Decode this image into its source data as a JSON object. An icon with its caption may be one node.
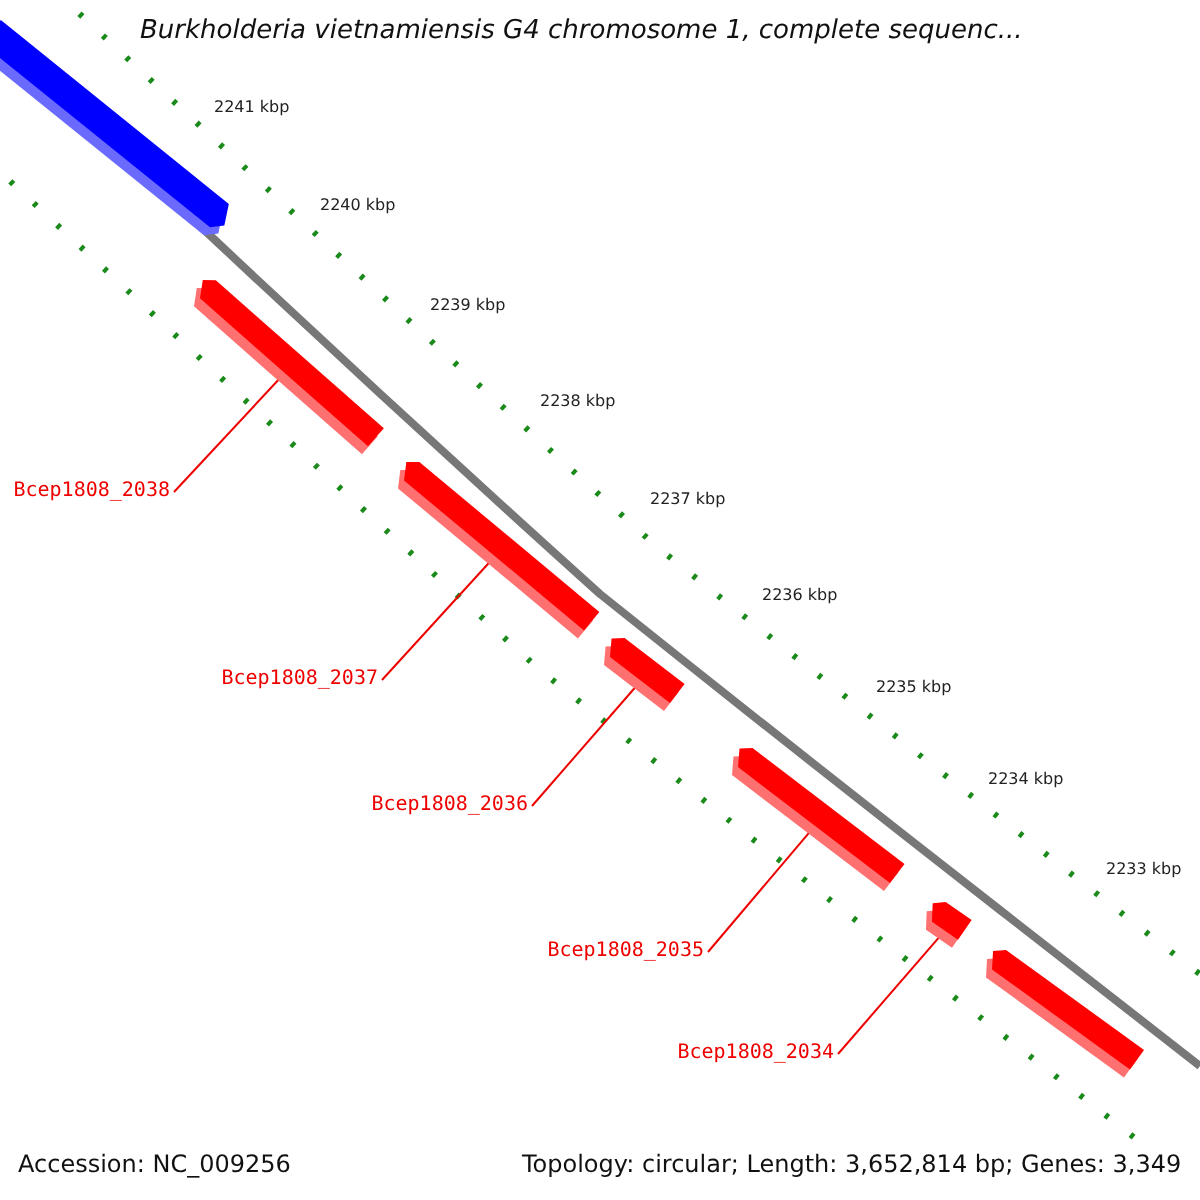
{
  "diagram": {
    "title": "Burkholderia vietnamiensis G4 chromosome 1, complete sequenc...",
    "nodes": [
      {
        "text": [],
        "shape": "bar"
      },
      {
        "text": [],
        "shape": "bar"
      },
      {
        "text": [
          "Bcep1808_2038"
        ]
      },
      {
        "text": [],
        "shape": "bar"
      },
      {
        "text": [
          "Bcep1808_2037"
        ]
      },
      {
        "text": [],
        "shape": "bar"
      },
      {
        "text": [
          "Bcep1808_2036"
        ]
      },
      {
        "text": [],
        "shape": "bar"
      },
      {
        "text": [
          "Bcep1808_2035"
        ]
      },
      {
        "text": [],
        "shape": "bar"
      },
      {
        "text": [
          "Bcep1808_2034"
        ]
      },
      {
        "text": [],
        "shape": "bar"
      }
    ],
    "edges": [
      {
        "from": 2,
        "to": 1,
        "arrow": "none"
      },
      {
        "from": 4,
        "to": 3,
        "arrow": "none"
      },
      {
        "from": 6,
        "to": 5,
        "arrow": "none"
      },
      {
        "from": 8,
        "to": 7,
        "arrow": "none"
      },
      {
        "from": 10,
        "to": 9,
        "arrow": "none"
      }
    ],
    "labels": [
      "2241 kbp",
      "2240 kbp",
      "2239 kbp",
      "2238 kbp",
      "2237 kbp",
      "2236 kbp",
      "2235 kbp",
      "2234 kbp",
      "2233 kbp",
      "Accession: NC_009256",
      "Topology: circular; Length: 3,652,814 bp; Genes: 3,349"
    ]
  }
}
